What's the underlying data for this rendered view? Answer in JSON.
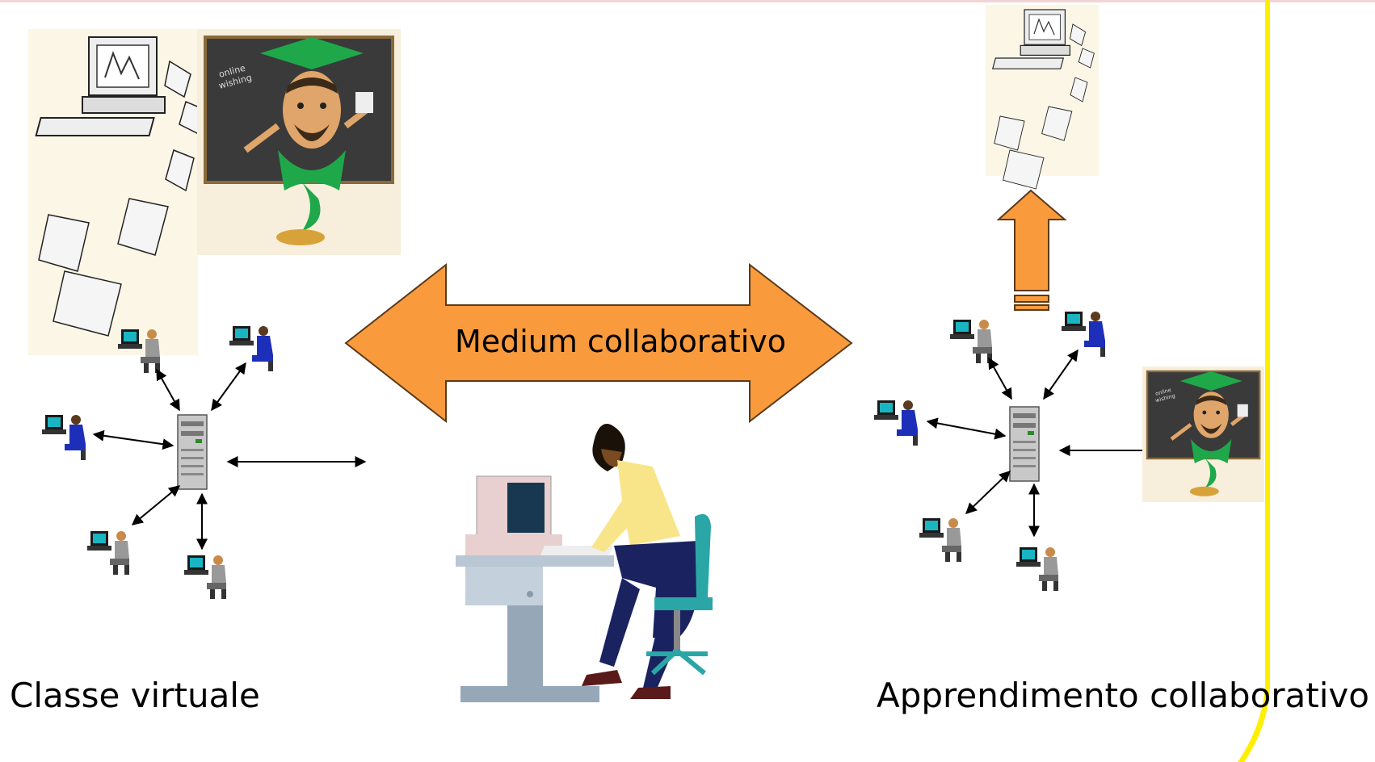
{
  "diagram": {
    "center_arrow_label": "Medium collaborativo",
    "left_label": "Classe virtuale",
    "right_label": "Apprendimento collaborativo"
  },
  "colors": {
    "arrow_fill": "#f99b3d",
    "arrow_stroke": "#5a3a1a",
    "accent_yellow": "#ffee00",
    "chalkboard": "#3a3a3a",
    "genie_green": "#1fa84a"
  },
  "icons": [
    "computer-books-clipart",
    "genie-teacher-chalkboard",
    "user-workstation-icon",
    "server-tower-icon",
    "student-at-computer-illustration",
    "up-arrow"
  ]
}
